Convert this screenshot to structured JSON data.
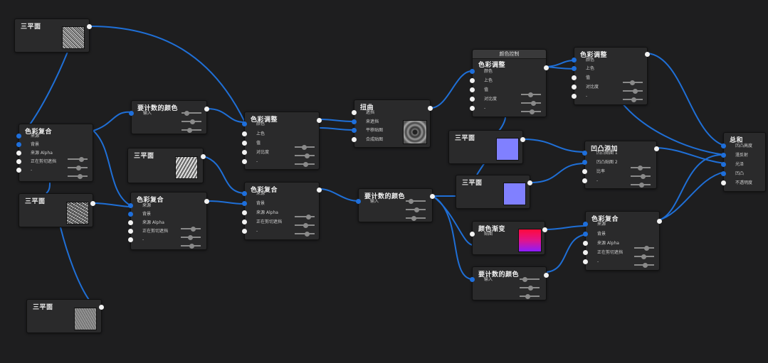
{
  "nodes": {
    "tex1": {
      "title": "三平面",
      "outputs": [
        ""
      ]
    },
    "tex2": {
      "title": "三平面",
      "outputs": [
        ""
      ]
    },
    "tex3": {
      "title": "三平面",
      "outputs": [
        ""
      ]
    },
    "tex4": {
      "title": "三平面",
      "outputs": [
        ""
      ]
    },
    "blend1": {
      "title": "色彩复合",
      "inputs": [
        "来源",
        "背景",
        "来源 Alpha",
        "正在剪切遮挡",
        "-"
      ]
    },
    "blend2": {
      "title": "色彩复合",
      "inputs": [
        "来源",
        "背景",
        "来源 Alpha",
        "正在剪切遮挡",
        "-"
      ]
    },
    "blend3": {
      "title": "色彩复合",
      "inputs": [
        "来源",
        "背景",
        "来源 Alpha",
        "正在剪切遮挡",
        "-"
      ]
    },
    "blend4": {
      "title": "色彩复合",
      "inputs": [
        "来源",
        "背景",
        "来源 Alpha",
        "正在剪切遮挡",
        "-"
      ]
    },
    "inv1": {
      "title": "要计数的颜色",
      "inputs": [
        "输入"
      ]
    },
    "inv2": {
      "title": "要计数的颜色",
      "inputs": [
        "输入"
      ]
    },
    "inv3": {
      "title": "要计数的颜色",
      "inputs": [
        "输入"
      ]
    },
    "adj1": {
      "title": "色彩调整",
      "inputs": [
        "颜色",
        "上色",
        "值",
        "对比度",
        "-"
      ]
    },
    "adj2": {
      "title": "色彩调整",
      "header": "颜色控制",
      "inputs": [
        "颜色",
        "上色",
        "值",
        "对比度",
        "-"
      ]
    },
    "adj3": {
      "title": "色彩调整",
      "inputs": [
        "颜色",
        "上色",
        "值",
        "对比度",
        "-"
      ]
    },
    "dist": {
      "title": "扭曲",
      "inputs": [
        "遮挡",
        "来遮挡",
        "平移贴图",
        "合成贴图"
      ]
    },
    "cc1": {
      "title": "三平面"
    },
    "cc2": {
      "title": "三平面"
    },
    "grad": {
      "title": "颜色渐变",
      "inputs": [
        "贴图"
      ]
    },
    "bump": {
      "title": "凹凸添加",
      "inputs": [
        "凹凸贴图 1",
        "凹凸贴图 2",
        "比率",
        "-"
      ]
    },
    "out": {
      "title": "总和",
      "inputs": [
        "凹凸高度",
        "漫反射",
        "光泽",
        "凹凸",
        "不透明度"
      ]
    }
  },
  "colors": {
    "background": "#1e1e1f",
    "node": "#2a2a2b",
    "wire": "#1f6fd6",
    "socket_white": "#f2f2f2",
    "socket_blue": "#1e6fdc",
    "constant_color": "#8080ff",
    "gradient_top": "#ff0a3c",
    "gradient_bottom": "#8b1cff"
  }
}
